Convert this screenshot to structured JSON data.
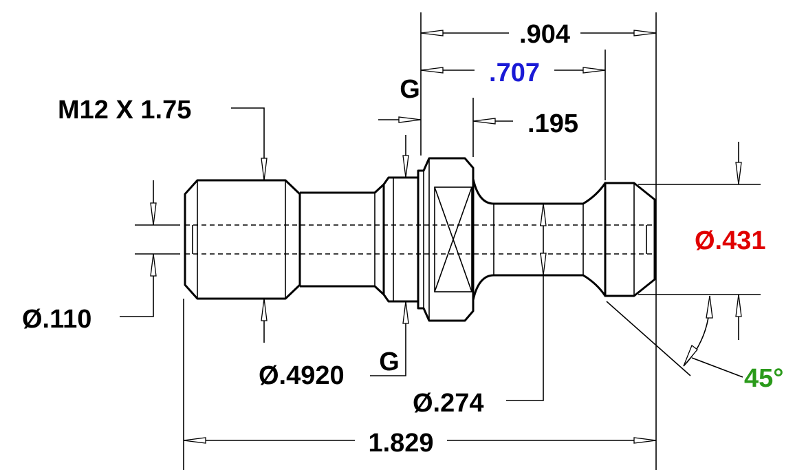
{
  "dimensions": {
    "thread_callout": "M12 X 1.75",
    "bore_diameter": "Ø.110",
    "pilot_diameter": "Ø.4920",
    "pilot_fit": "G",
    "groove_fit": "G",
    "neck_diameter": "Ø.274",
    "overall_length": "1.829",
    "flange_to_end": ".904",
    "flange_to_head": ".707",
    "flange_width": ".195",
    "head_diameter": "Ø.431",
    "chamfer_angle": "45°"
  },
  "colors": {
    "default_text": "#000000",
    "head_diameter": "#e00000",
    "flange_to_head": "#1a1ad6",
    "chamfer_angle": "#2a9a1a"
  }
}
